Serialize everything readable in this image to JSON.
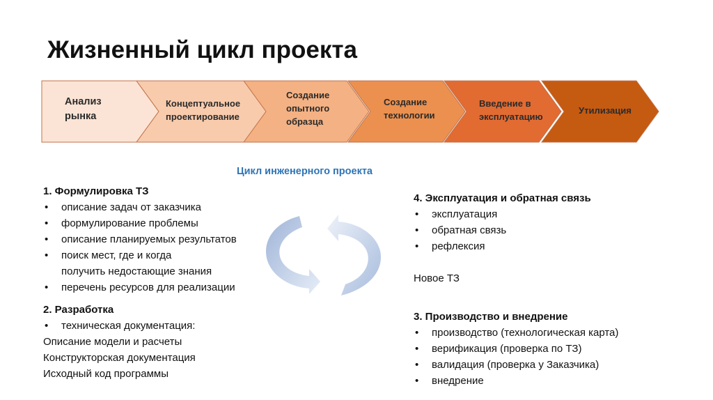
{
  "title": "Жизненный цикл проекта",
  "stages": [
    {
      "label": "Анализ рынка",
      "color": "#fbe4d5"
    },
    {
      "label": "Концептуальное проектирование",
      "color": "#f8cbad"
    },
    {
      "label": "Создание опытного образца",
      "color": "#f4b183"
    },
    {
      "label": "Создание технологии",
      "color": "#eb904f"
    },
    {
      "label": "Введение в эксплуатацию",
      "color": "#e26b32"
    },
    {
      "label": "Утилизация",
      "color": "#c55a11"
    }
  ],
  "cycle_title": "Цикл инженерного проекта",
  "block1": {
    "heading": "1. Формулировка ТЗ",
    "items": [
      "описание задач от заказчика",
      "формулирование проблемы",
      "описание планируемых результатов",
      "поиск мест, где и когда"
    ],
    "continuation": "получить недостающие знания",
    "last_item": "перечень ресурсов для реализации"
  },
  "block2": {
    "heading": "2. Разработка",
    "items": [
      "техническая документация:"
    ],
    "lines": [
      "Описание модели и расчеты",
      "Конструкторская документация",
      "Исходный код программы"
    ]
  },
  "block4": {
    "heading": "4. Эксплуатация и обратная связь",
    "items": [
      "эксплуатация",
      "обратная связь",
      "рефлексия"
    ],
    "footer": "Новое ТЗ"
  },
  "block3": {
    "heading": "3. Производство и внедрение",
    "items": [
      "производство (технологическая карта)",
      "верификация (проверка по ТЗ)",
      "валидация (проверка у Заказчика)",
      "внедрение"
    ]
  },
  "colors": {
    "accent": "#2e74b5",
    "cycle_arrow": "#c9d6ec"
  }
}
